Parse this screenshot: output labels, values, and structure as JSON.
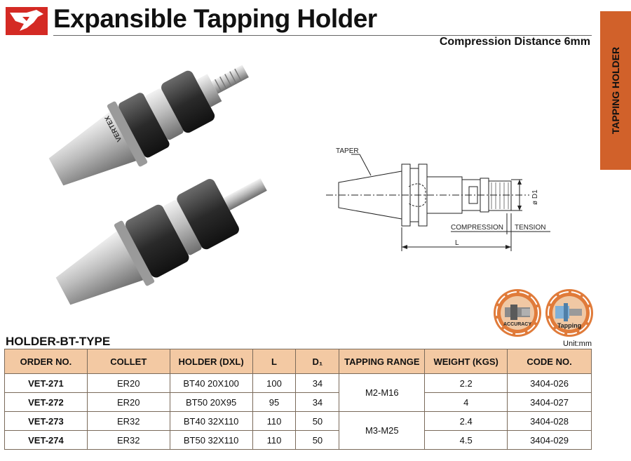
{
  "header": {
    "title": "Expansible Tapping Holder",
    "subtitle": "Compression Distance 6mm"
  },
  "side_tab": {
    "label": "TAPPING HOLDER"
  },
  "diagram": {
    "taper_label": "TAPER",
    "compression_label": "COMPRESSION",
    "tension_label": "TENSION",
    "length_label": "L",
    "diameter_label": "ø D1"
  },
  "badges": [
    {
      "label": "ACCURACY",
      "icon": "accuracy-gear-icon"
    },
    {
      "label": "Tapping",
      "icon": "tapping-icon"
    }
  ],
  "photo_marking": "VERTEX",
  "table": {
    "section_title": "HOLDER-BT-TYPE",
    "unit": "Unit:mm",
    "headers": {
      "order_no": "ORDER NO.",
      "collet": "COLLET",
      "holder": "HOLDER (DXL)",
      "l": "L",
      "d1": "D₁",
      "tapping_range": "TAPPING RANGE",
      "weight": "WEIGHT (KGS)",
      "code_no": "CODE NO."
    },
    "rows": [
      {
        "order_no": "VET-271",
        "collet": "ER20",
        "holder": "BT40 20X100",
        "l": "100",
        "d1": "34",
        "tapping_range": "M2-M16",
        "weight": "2.2",
        "code_no": "3404-026"
      },
      {
        "order_no": "VET-272",
        "collet": "ER20",
        "holder": "BT50 20X95",
        "l": "95",
        "d1": "34",
        "tapping_range": "M2-M16",
        "weight": "4",
        "code_no": "3404-027"
      },
      {
        "order_no": "VET-273",
        "collet": "ER32",
        "holder": "BT40 32X110",
        "l": "110",
        "d1": "50",
        "tapping_range": "M3-M25",
        "weight": "2.4",
        "code_no": "3404-028"
      },
      {
        "order_no": "VET-274",
        "collet": "ER32",
        "holder": "BT50 32X110",
        "l": "110",
        "d1": "50",
        "tapping_range": "M3-M25",
        "weight": "4.5",
        "code_no": "3404-029"
      }
    ]
  },
  "colors": {
    "logo_red": "#d42a24",
    "tab_orange": "#d1612a",
    "header_fill": "#f3c9a3",
    "badge_orange": "#e07b3a"
  }
}
